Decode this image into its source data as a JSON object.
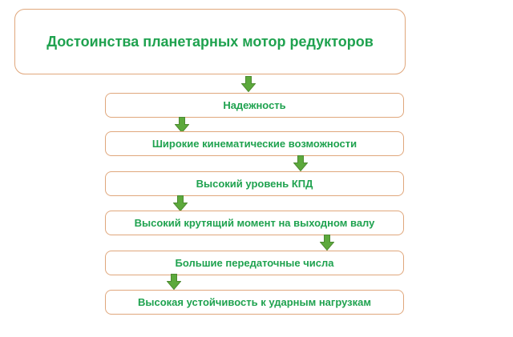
{
  "diagram": {
    "title": "Достоинства планетарных мотор редукторов",
    "items": [
      {
        "label": "Надежность"
      },
      {
        "label": "Широкие кинематические возможности"
      },
      {
        "label": "Высокий уровень КПД"
      },
      {
        "label": "Высокий крутящий момент на выходном валу"
      },
      {
        "label": "Большие передаточные числа"
      },
      {
        "label": "Высокая устойчивость к ударным нагрузкам"
      }
    ],
    "icons": {
      "connector": "down-arrow-icon"
    },
    "colors": {
      "text_green": "#1fa24f",
      "arrow_fill": "#5ca93c",
      "arrow_stroke": "#4d8a31",
      "box_border": "#e0a77c",
      "background": "#ffffff"
    }
  }
}
